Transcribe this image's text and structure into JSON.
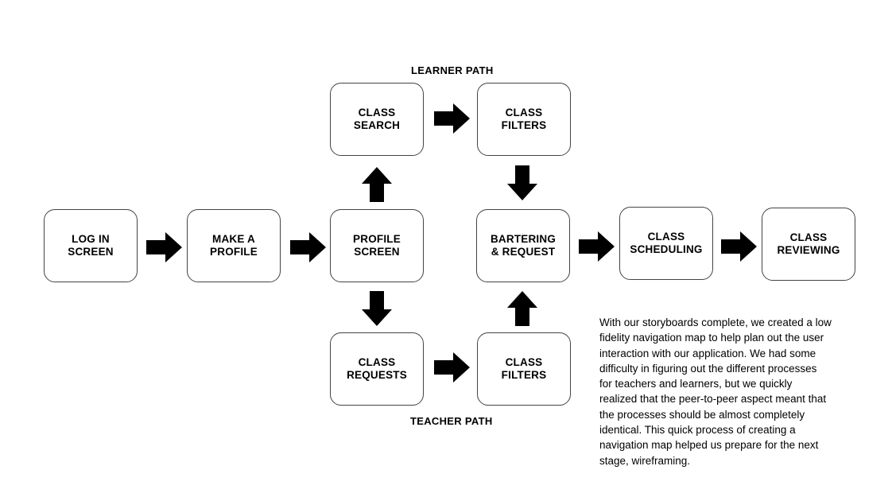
{
  "nodes": {
    "login": "LOG IN SCREEN",
    "make_profile": "MAKE A\nPROFILE",
    "profile_screen": "PROFILE\nSCREEN",
    "class_search": "CLASS\nSEARCH",
    "learner_filters": "CLASS\nFILTERS",
    "class_requests": "CLASS\nREQUESTS",
    "teacher_filters": "CLASS\nFILTERS",
    "bartering": "BARTERING\n& REQUEST",
    "scheduling": "CLASS\nSCHEDULING",
    "reviewing": "CLASS\nREVIEWING"
  },
  "labels": {
    "learner_path": "LEARNER PATH",
    "teacher_path": "TEACHER PATH"
  },
  "caption": "With our storyboards complete, we created a low\nfidelity navigation map to help plan out the user\ninteraction with our application. We had some\ndifficulty in figuring out the different processes\nfor teachers and learners, but we quickly\nrealized that the peer-to-peer aspect meant that\nthe processes should be almost completely\nidentical. This quick process of creating a\nnavigation map helped us prepare for the next\nstage, wireframing."
}
